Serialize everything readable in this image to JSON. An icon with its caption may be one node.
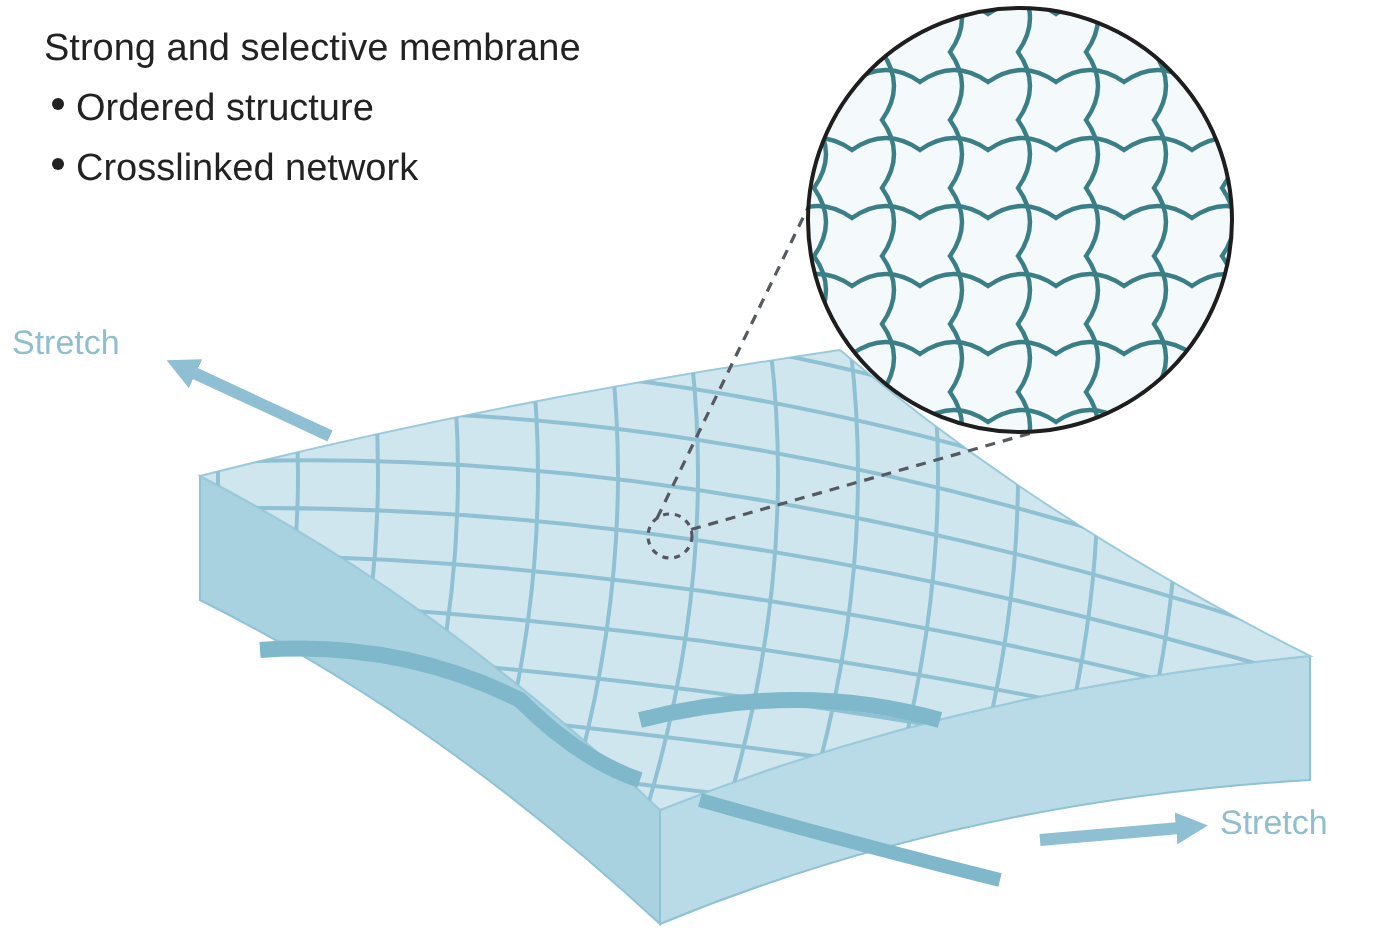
{
  "diagram": {
    "nodes": [
      {
        "text": [],
        "shape": "circle"
      },
      {
        "text": [],
        "shape": "circle"
      }
    ],
    "edges": [
      {
        "from": 1,
        "to": 0,
        "arrow": "none",
        "style": "dashed"
      },
      {
        "from": 1,
        "to": 0,
        "arrow": "none",
        "style": "dashed"
      }
    ],
    "labels": [
      "Strong and selective membrane",
      "Ordered structure",
      "Crosslinked network",
      "Stretch",
      "Stretch"
    ]
  }
}
